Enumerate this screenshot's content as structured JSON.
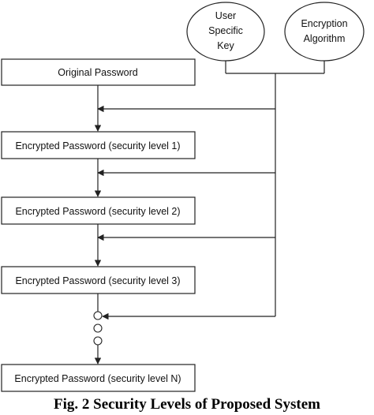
{
  "inputs": {
    "user_key": [
      "User",
      "Specific",
      "Key"
    ],
    "algorithm": [
      "Encryption",
      "Algorithm"
    ]
  },
  "nodes": {
    "original": "Original Password",
    "level_1": "Encrypted Password (security level 1)",
    "level_2": "Encrypted Password (security level 2)",
    "level_3": "Encrypted Password (security level 3)",
    "level_n": "Encrypted Password (security level N)"
  },
  "caption": "Fig. 2 Security Levels of Proposed System",
  "colors": {
    "stroke": "#222222",
    "fill": "#ffffff",
    "text": "#111111"
  }
}
